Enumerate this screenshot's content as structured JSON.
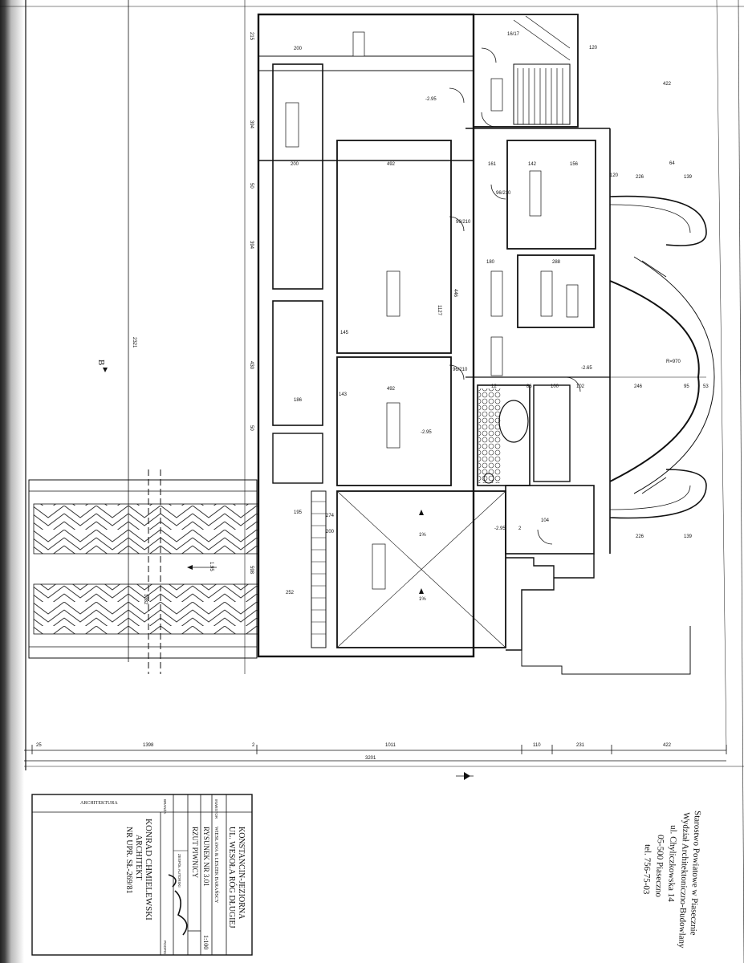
{
  "drawing": {
    "section_marker": "B",
    "dims": {
      "total_bottom": "3201",
      "b1": "25",
      "b2": "1398",
      "b3": "2",
      "b4": "1011",
      "b5": "110",
      "b6": "231",
      "b7": "422",
      "left_total": "2321",
      "left_a": "215",
      "left_b": "394",
      "left_c": "50",
      "left_d": "394",
      "left_e": "430",
      "left_f": "50",
      "left_g": "598",
      "drive_len": "1382",
      "drive_arrow": "1.95",
      "top_right_a": "120",
      "top_right_b": "422",
      "right_a": "226",
      "right_b": "139",
      "right_c": "64",
      "radius": "R=970",
      "gate_h": "274",
      "gate_h2": "200",
      "gar_w": "252",
      "gar_d": "195",
      "room_w": "492",
      "room_w2": "492",
      "r_a": "200",
      "r_b": "186",
      "r_c": "145",
      "r_d": "143",
      "hall_a": "1127",
      "hall_b": "446",
      "corr_a": "161",
      "corr_b": "142",
      "corr_c": "156",
      "corr_d": "180",
      "corr_e": "288",
      "door_a": "96/210",
      "door_b": "96/210",
      "door_c": "96/210",
      "lvl_a": "-2.95",
      "lvl_b": "-2.95",
      "lvl_c": "-2.65",
      "lvl_d": "-2.95",
      "slope": "1%",
      "slope2": "1%",
      "stair_num": "16/17",
      "t_a": "120",
      "t_b": "86",
      "t_c": "100",
      "t_d": "102",
      "t_e": "246",
      "t_f": "95",
      "t_g": "53",
      "t_h": "104",
      "t_i": "12",
      "room_num": "2"
    }
  },
  "title_block": {
    "discipline": "ARCHITEKTURA",
    "location": "KONSTANCIN-JEZIORNA",
    "address": "UL. WESOŁA RÓG DŁUGIEJ",
    "investor_label": "INWESTOR",
    "investor": "WIESŁAWA & LESZEK BARAŃSCY",
    "drawing_no": "RYSUNEK NR 3.01",
    "scale": "1:100",
    "drawing_name": "RZUT PIWNICY",
    "architect": "KONRAD CHMIELEWSKI",
    "title": "ARCHITEKT",
    "licence": "NR UPR. SŁ-269/81",
    "col_label": "ZESPÓŁ AUTORSKI",
    "branch": "BRANŻA",
    "sign": "PODPIS"
  },
  "stamp": {
    "line1": "Starostwo Powiatowe w Piasecznie",
    "line2": "Wydział Architektoniczno-Budowlany",
    "line3": "ul. Chyliczkowska 14",
    "line4": "05-500 Piaseczno",
    "line5": "tel. 756-75-03"
  },
  "colors": {
    "ink": "#111111",
    "paper": "#ffffff",
    "hatch": "#333333"
  }
}
